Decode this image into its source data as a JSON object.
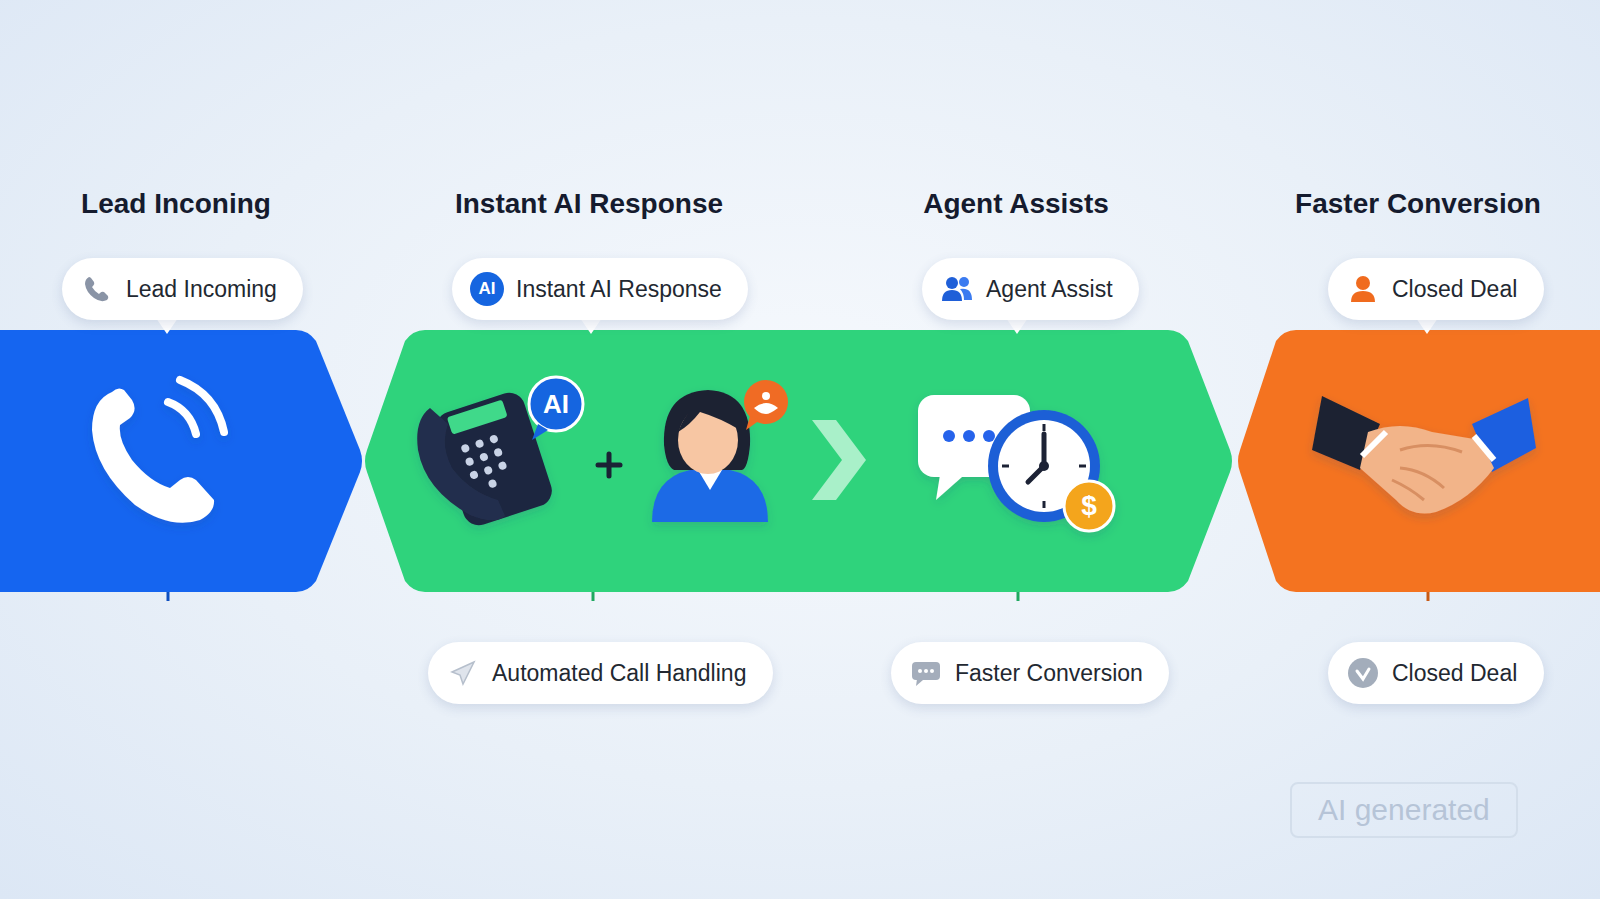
{
  "diagram": {
    "nodes": [
      {
        "text": [
          "Lead Incoming"
        ]
      },
      {
        "text": [
          "Instant AI Response"
        ]
      },
      {
        "text": [
          "Agent Assist"
        ]
      },
      {
        "text": [
          "Closed Deal"
        ]
      },
      {
        "text": [
          "Automated Call Handling"
        ]
      },
      {
        "text": [
          "Faster Conversion"
        ]
      },
      {
        "text": [
          "Closed Deal"
        ]
      }
    ],
    "labels": [
      "Lead Inconing",
      "Instant AI Response",
      "Agent Assists",
      "Faster Conversion",
      "AI",
      "AI",
      "$",
      "AI generated"
    ]
  }
}
